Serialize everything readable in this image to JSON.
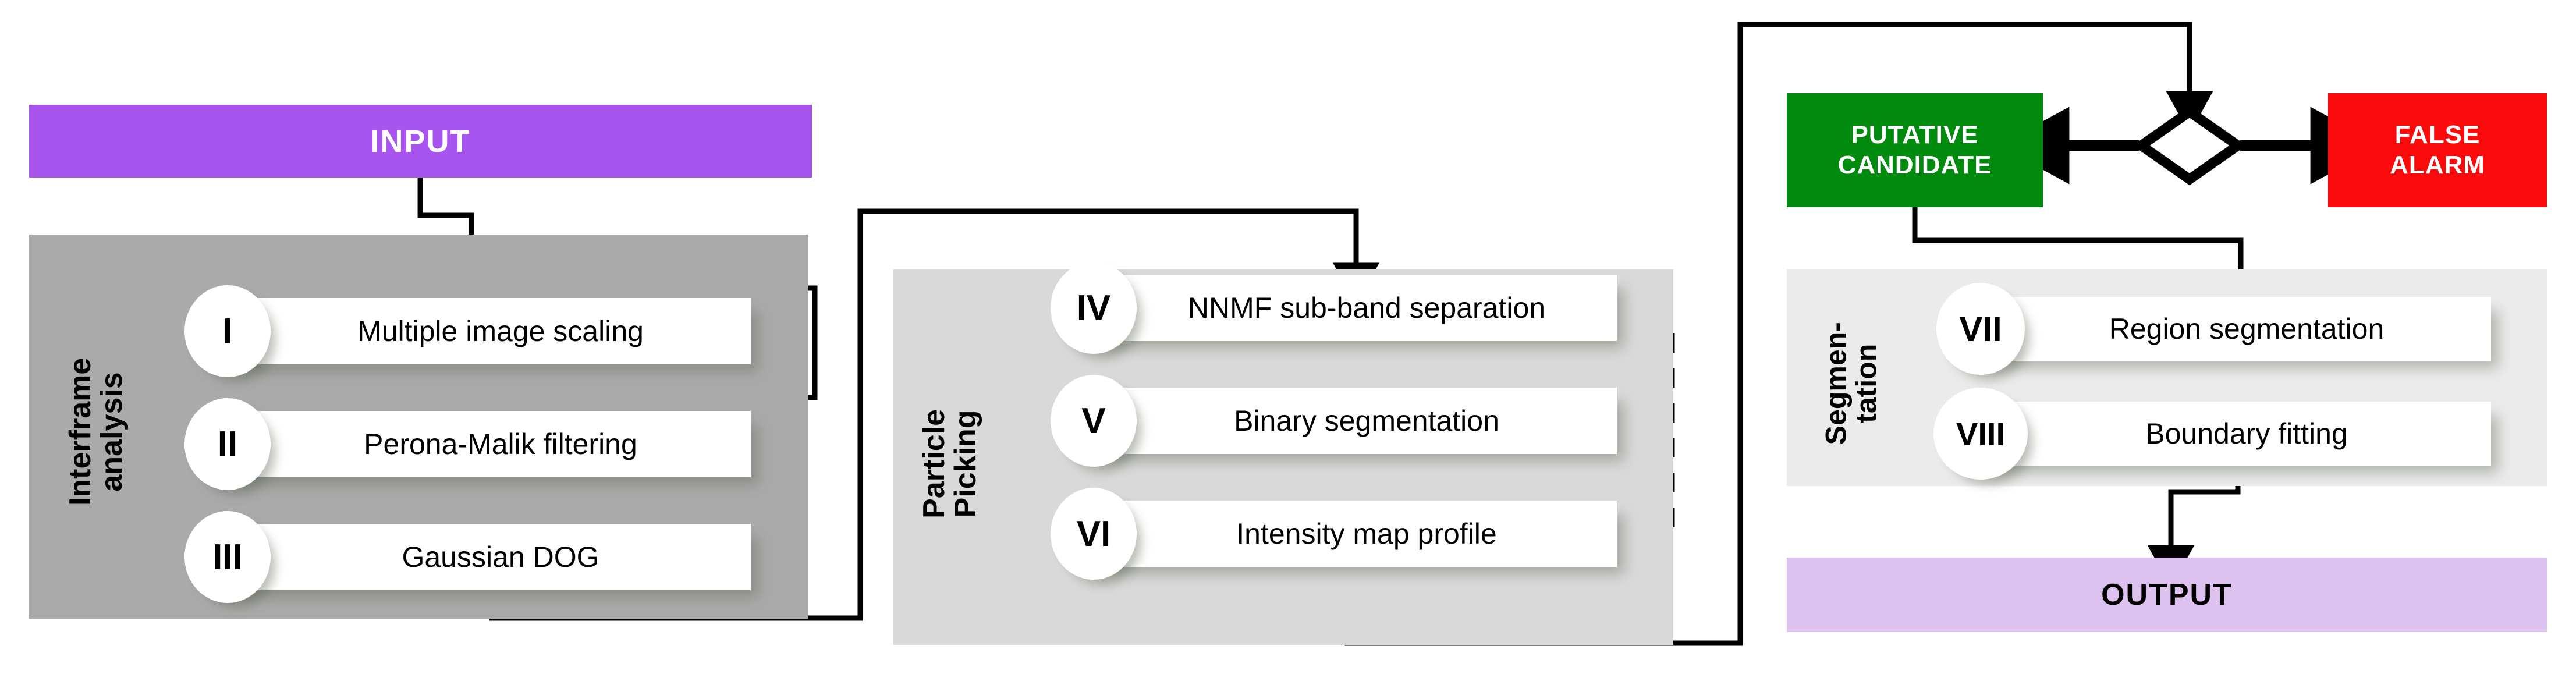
{
  "diagram": {
    "title_text": "",
    "colors": {
      "input_bg": "#a855f0",
      "input_text": "#ffffff",
      "output_bg": "#ddc2f0",
      "output_text": "#000000",
      "candidate_bg": "#008a0e",
      "candidate_text": "#ffffff",
      "false_alarm_bg": "#fa0a0a",
      "false_alarm_text": "#ffffff",
      "interframe_panel_bg": "#aaaaaa",
      "particle_panel_bg": "#d9d9d9",
      "segmentation_panel_bg": "#ebebeb",
      "step_bg": "#ffffff",
      "wire": "#000000",
      "diamond_fill": "#ffffff",
      "diamond_stroke": "#000000"
    }
  },
  "terminals": {
    "input": {
      "label": "INPUT"
    },
    "output": {
      "label": "OUTPUT"
    }
  },
  "decision": {
    "candidate": {
      "label": "PUTATIVE\nCANDIDATE"
    },
    "false_alarm": {
      "label": "FALSE\nALARM"
    },
    "diamond": {
      "label": ""
    }
  },
  "groups": [
    {
      "id": "interframe",
      "label": "Interframe\nanalysis",
      "steps": [
        {
          "numeral": "I",
          "label": "Multiple image scaling"
        },
        {
          "numeral": "II",
          "label": "Perona-Malik filtering"
        },
        {
          "numeral": "III",
          "label": "Gaussian DOG"
        }
      ]
    },
    {
      "id": "particle-picking",
      "label": "Particle\nPicking",
      "steps": [
        {
          "numeral": "IV",
          "label": "NNMF sub-band separation"
        },
        {
          "numeral": "V",
          "label": "Binary segmentation"
        },
        {
          "numeral": "VI",
          "label": "Intensity map profile"
        }
      ]
    },
    {
      "id": "segmentation",
      "label": "Segmen-\ntation",
      "steps": [
        {
          "numeral": "VII",
          "label": "Region segmentation"
        },
        {
          "numeral": "VIII",
          "label": "Boundary fitting"
        }
      ]
    }
  ]
}
